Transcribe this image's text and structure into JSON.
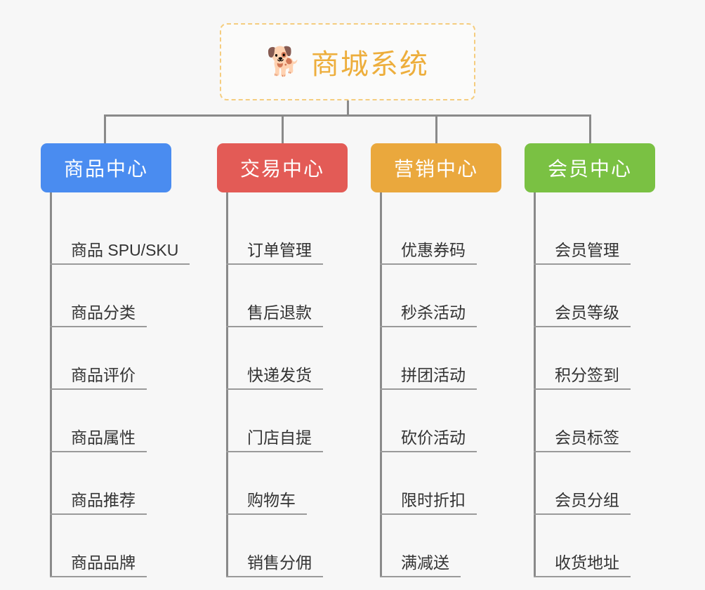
{
  "page": {
    "background_color": "#f7f7f7",
    "diagram_type": "mindmap-org-chart"
  },
  "root": {
    "icon": "shiba-dog-face-emoji",
    "emoji": "🐕",
    "title": "商城系统",
    "text_color": "#edae3c",
    "border_color": "#f5cd7f",
    "background_color": "#fbfbfa"
  },
  "branches": [
    {
      "id": "product-center",
      "label": "商品中心",
      "color": "#4a8cf0",
      "items": [
        "商品 SPU/SKU",
        "商品分类",
        "商品评价",
        "商品属性",
        "商品推荐",
        "商品品牌"
      ]
    },
    {
      "id": "trade-center",
      "label": "交易中心",
      "color": "#e35b56",
      "items": [
        "订单管理",
        "售后退款",
        "快递发货",
        "门店自提",
        "购物车",
        "销售分佣"
      ]
    },
    {
      "id": "marketing-center",
      "label": "营销中心",
      "color": "#eaa83d",
      "items": [
        "优惠券码",
        "秒杀活动",
        "拼团活动",
        "砍价活动",
        "限时折扣",
        "满减送"
      ]
    },
    {
      "id": "member-center",
      "label": "会员中心",
      "color": "#7ac143",
      "items": [
        "会员管理",
        "会员等级",
        "积分签到",
        "会员标签",
        "会员分组",
        "收货地址"
      ]
    }
  ],
  "connectors": {
    "color": "#8a8a8a"
  }
}
